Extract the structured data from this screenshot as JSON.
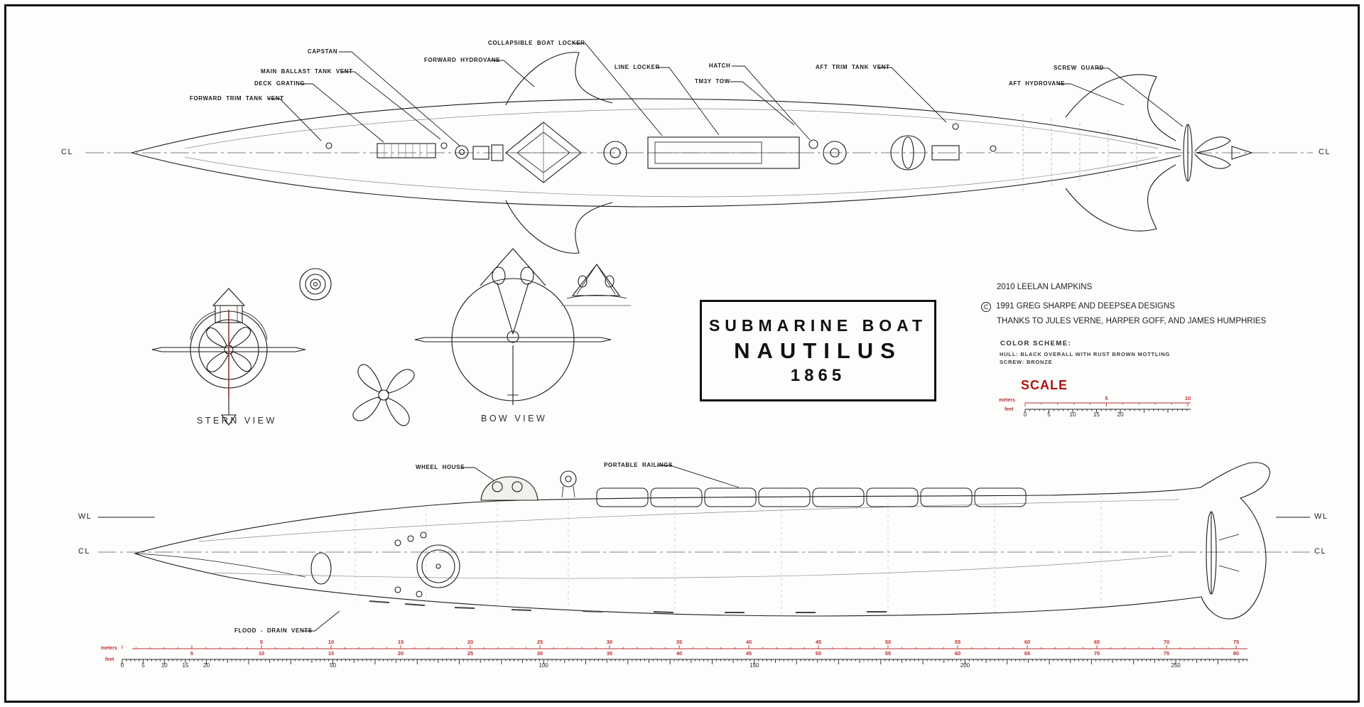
{
  "colors": {
    "accent_red": "#b22222",
    "line": "#1a1a1a"
  },
  "top_view": {
    "cl": "CL",
    "callouts": {
      "forward_trim_tank_vent": "FORWARD TRIM TANK VENT",
      "deck_grating": "DECK GRATING",
      "main_ballast_tank_vent": "MAIN BALLAST TANK VENT",
      "capstan": "CAPSTAN",
      "forward_hydrovane": "FORWARD HYDROVANE",
      "collapsible_boat_locker": "COLLAPSIBLE BOAT LOCKER",
      "line_locker": "LINE LOCKER",
      "hatch": "HATCH",
      "tm3y_tow": "TM3Y TOW",
      "aft_trim_tank_vent": "AFT TRIM TANK VENT",
      "screw_guard": "SCREW GUARD",
      "aft_hydrovane": "AFT HYDROVANE"
    }
  },
  "detail_views": {
    "stern_label": "STERN VIEW",
    "bow_label": "BOW VIEW"
  },
  "title_block": {
    "line1": "SUBMARINE BOAT",
    "line2": "NAUTILUS",
    "line3": "1865"
  },
  "credits": {
    "line1": "2010 LEELAN LAMPKINS",
    "copyright_symbol": "C",
    "line2": "1991 GREG SHARPE AND DEEPSEA DESIGNS",
    "line3": "THANKS TO JULES VERNE, HARPER GOFF, AND JAMES HUMPHRIES"
  },
  "color_scheme": {
    "heading": "COLOR SCHEME:",
    "hull": "HULL: BLACK OVERALL WITH RUST BROWN MOTTLING",
    "screw": "SCREW: BRONZE"
  },
  "scale_block": {
    "title": "SCALE",
    "meters_label": "meters",
    "feet_label": "feet",
    "meters_numbers": [
      5,
      10
    ],
    "feet_numbers": [
      0,
      5,
      10,
      15,
      20
    ]
  },
  "side_view": {
    "wl": "WL",
    "cl": "CL",
    "callouts": {
      "wheel_house": "WHEEL HOUSE",
      "portable_railings": "PORTABLE RAILINGS",
      "flood_drain_vents": "FLOOD - DRAIN VENTS"
    }
  },
  "bottom_ruler": {
    "meters_label": "meters",
    "feet_label": "feet",
    "meters_row_upper": [
      5,
      10,
      15,
      20,
      25,
      30,
      35,
      40,
      45,
      50,
      55,
      60,
      65,
      70,
      75
    ],
    "meters_row_lower": [
      5,
      10,
      15,
      20,
      25,
      30,
      35,
      40,
      45,
      50,
      55,
      60,
      65,
      70,
      75,
      80
    ],
    "feet_numbers": [
      0,
      5,
      10,
      15,
      20,
      50,
      100,
      150,
      200,
      250
    ]
  }
}
